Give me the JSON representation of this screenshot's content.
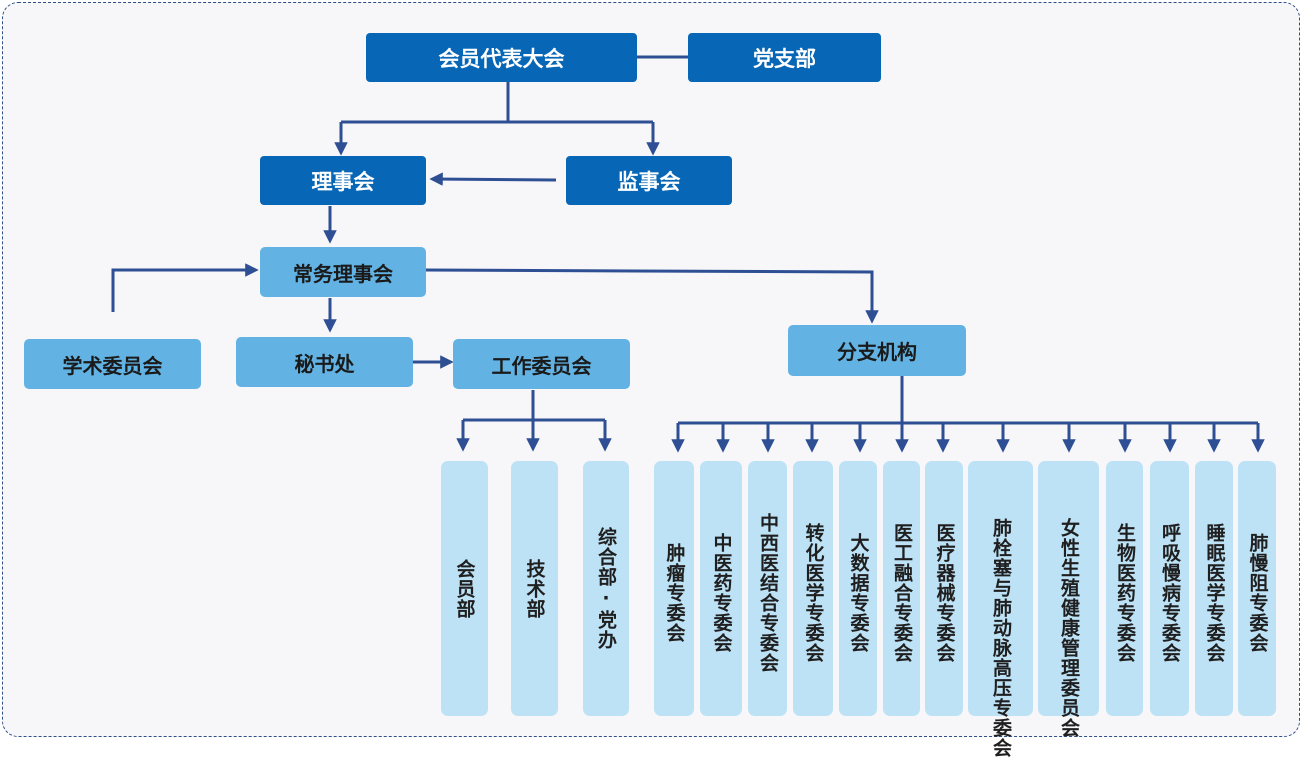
{
  "top": {
    "assembly": "会员代表大会",
    "party_branch": "党支部",
    "council": "理事会",
    "supervisory_board": "监事会",
    "standing_council": "常务理事会",
    "academic_committee": "学术委员会",
    "secretariat": "秘书处",
    "working_committee": "工作委员会",
    "branches": "分支机构"
  },
  "departments": [
    "会员部",
    "技术部",
    "综合部·党办"
  ],
  "branch_committees": [
    "肿瘤专委会",
    "中医药专委会",
    "中西医结合专委会",
    "转化医学专委会",
    "大数据专委会",
    "医工融合专委会",
    "医疗器械专委会",
    "肺栓塞与肺动脉高压专委会",
    "女性生殖健康管理委员会",
    "生物医药专委会",
    "呼吸慢病专委会",
    "睡眠医学专委会",
    "肺慢阻专委会"
  ],
  "colors": {
    "dark_box": "#0766b5",
    "mid_box": "#62b3e3",
    "leaf_box": "#bde2f6",
    "connector": "#2e4f93"
  }
}
